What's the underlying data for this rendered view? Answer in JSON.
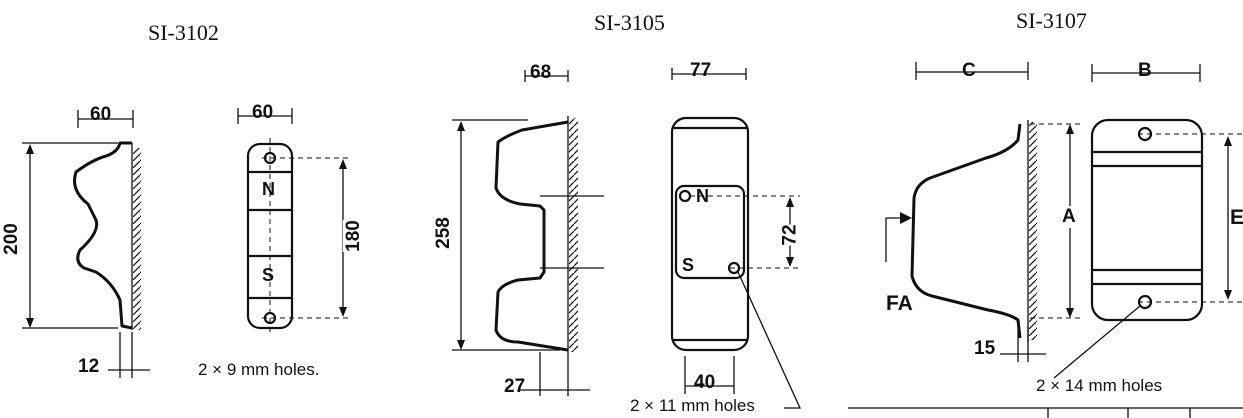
{
  "panels": [
    {
      "model": "SI-3102",
      "dims": {
        "top_side": "60",
        "top_front": "60",
        "height": "200",
        "hole_spacing": "180",
        "base": "12"
      },
      "marks": {
        "north": "N",
        "south": "S"
      },
      "holes_note": "2 × 9 mm holes."
    },
    {
      "model": "SI-3105",
      "dims": {
        "top_side": "68",
        "top_front": "77",
        "height": "258",
        "hole_spacing": "72",
        "base": "27",
        "bottom_front": "40"
      },
      "marks": {
        "north": "N",
        "south": "S"
      },
      "holes_note": "2 × 11 mm holes"
    },
    {
      "model": "SI-3107",
      "dims": {
        "c": "C",
        "b": "B",
        "a": "A",
        "e": "E",
        "fa": "FA",
        "base": "15"
      },
      "holes_note": "2 × 14 mm holes"
    }
  ]
}
